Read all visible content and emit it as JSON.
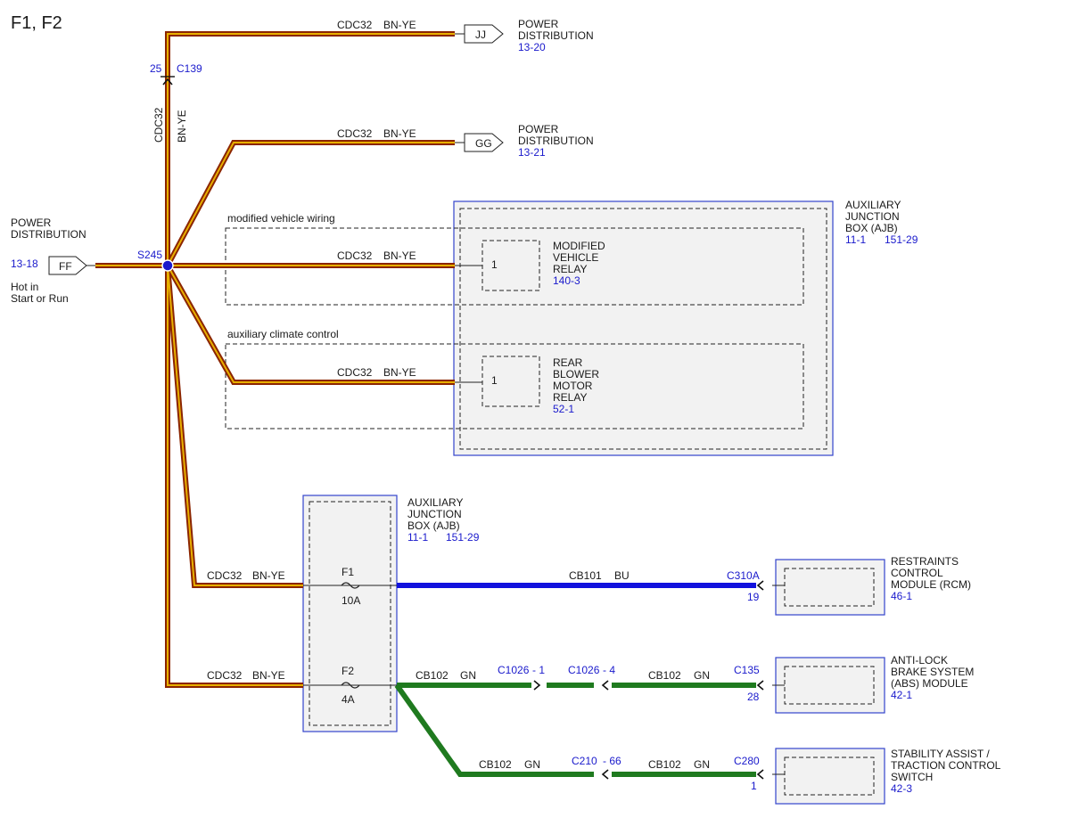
{
  "title": "F1, F2",
  "colors": {
    "bn_ye_outer": "#8b2500",
    "bn_ye_inner": "#e8b000",
    "bu": "#1111dd",
    "gn": "#1f7a1f",
    "ref_blue": "#1a1acc"
  },
  "source": {
    "name_line1": "POWER",
    "name_line2": "DISTRIBUTION",
    "page": "13-18",
    "connector": "FF",
    "note_line1": "Hot in",
    "note_line2": "Start or Run"
  },
  "splice": "S245",
  "inline_c139": {
    "pin": "25",
    "connector": "C139"
  },
  "vertical_wire": {
    "circuit": "CDC32",
    "color": "BN-YE"
  },
  "wires": {
    "jj": {
      "circuit": "CDC32",
      "color": "BN-YE"
    },
    "gg": {
      "circuit": "CDC32",
      "color": "BN-YE"
    },
    "mvr": {
      "circuit": "CDC32",
      "color": "BN-YE"
    },
    "rbm": {
      "circuit": "CDC32",
      "color": "BN-YE"
    },
    "f1": {
      "circuit": "CDC32",
      "color": "BN-YE"
    },
    "f2": {
      "circuit": "CDC32",
      "color": "BN-YE"
    },
    "cb101": {
      "circuit": "CB101",
      "color": "BU"
    },
    "cb102_a": {
      "circuit": "CB102",
      "color": "GN"
    },
    "cb102_b": {
      "circuit": "CB102",
      "color": "GN"
    },
    "cb102_c": {
      "circuit": "CB102",
      "color": "GN"
    },
    "cb102_d": {
      "circuit": "CB102",
      "color": "GN"
    }
  },
  "jj": {
    "connector": "JJ",
    "line1": "POWER",
    "line2": "DISTRIBUTION",
    "page": "13-20"
  },
  "gg": {
    "connector": "GG",
    "line1": "POWER",
    "line2": "DISTRIBUTION",
    "page": "13-21"
  },
  "groups": {
    "mvw": "modified vehicle wiring",
    "acc": "auxiliary climate control"
  },
  "ajb_top": {
    "line1": "AUXILIARY",
    "line2": "JUNCTION",
    "line3": "BOX (AJB)",
    "ref1": "11-1",
    "ref2": "151-29"
  },
  "ajb_bottom": {
    "line1": "AUXILIARY",
    "line2": "JUNCTION",
    "line3": "BOX (AJB)",
    "ref1": "11-1",
    "ref2": "151-29"
  },
  "mvr_relay": {
    "pin": "1",
    "line1": "MODIFIED",
    "line2": "VEHICLE",
    "line3": "RELAY",
    "page": "140-3"
  },
  "rbm_relay": {
    "pin": "1",
    "line1": "REAR",
    "line2": "BLOWER",
    "line3": "MOTOR",
    "line4": "RELAY",
    "page": "52-1"
  },
  "fuses": {
    "f1_name": "F1",
    "f1_rating": "10A",
    "f2_name": "F2",
    "f2_rating": "4A"
  },
  "c310a": {
    "connector": "C310A",
    "pin": "19"
  },
  "c1026": {
    "left_conn": "C1026",
    "left_pin": "- 1",
    "right_conn": "C1026",
    "right_pin": "- 4"
  },
  "c135": {
    "connector": "C135",
    "pin": "28"
  },
  "c210": {
    "connector": "C210",
    "pin": "- 66"
  },
  "c280": {
    "connector": "C280",
    "pin": "1"
  },
  "rcm": {
    "line1": "RESTRAINTS",
    "line2": "CONTROL",
    "line3": "MODULE (RCM)",
    "page": "46-1"
  },
  "abs": {
    "line1": "ANTI-LOCK",
    "line2": "BRAKE SYSTEM",
    "line3": "(ABS) MODULE",
    "page": "42-1"
  },
  "sats": {
    "line1": "STABILITY ASSIST /",
    "line2": "TRACTION CONTROL",
    "line3": "SWITCH",
    "page": "42-3"
  }
}
